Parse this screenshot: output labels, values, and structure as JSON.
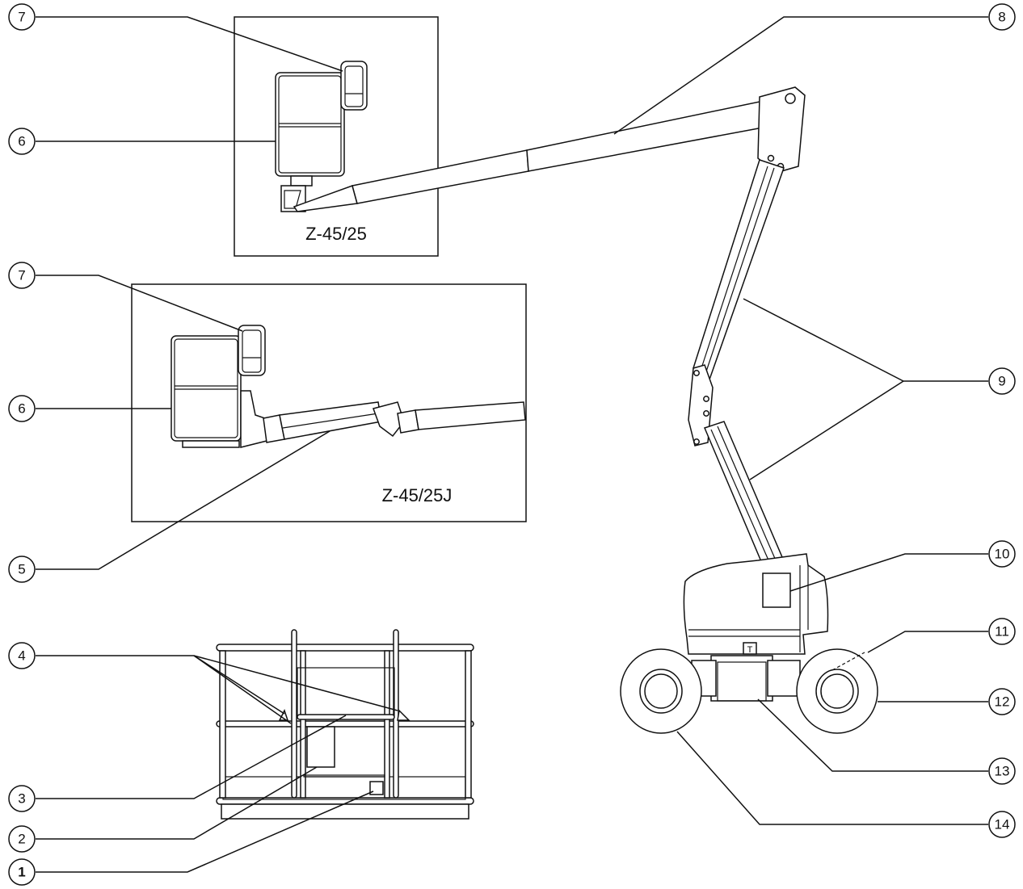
{
  "insets": {
    "z4525": {
      "label": "Z-45/25"
    },
    "z4525j": {
      "label": "Z-45/25J"
    }
  },
  "callouts": [
    {
      "id": "c7a",
      "label": "7"
    },
    {
      "id": "c6a",
      "label": "6"
    },
    {
      "id": "c7b",
      "label": "7"
    },
    {
      "id": "c6b",
      "label": "6"
    },
    {
      "id": "c5",
      "label": "5"
    },
    {
      "id": "c4",
      "label": "4"
    },
    {
      "id": "c3",
      "label": "3"
    },
    {
      "id": "c2",
      "label": "2"
    },
    {
      "id": "c1",
      "label": "1"
    },
    {
      "id": "c8",
      "label": "8"
    },
    {
      "id": "c9",
      "label": "9"
    },
    {
      "id": "c10",
      "label": "10"
    },
    {
      "id": "c11",
      "label": "11"
    },
    {
      "id": "c12",
      "label": "12"
    },
    {
      "id": "c13",
      "label": "13"
    },
    {
      "id": "c14",
      "label": "14"
    }
  ]
}
